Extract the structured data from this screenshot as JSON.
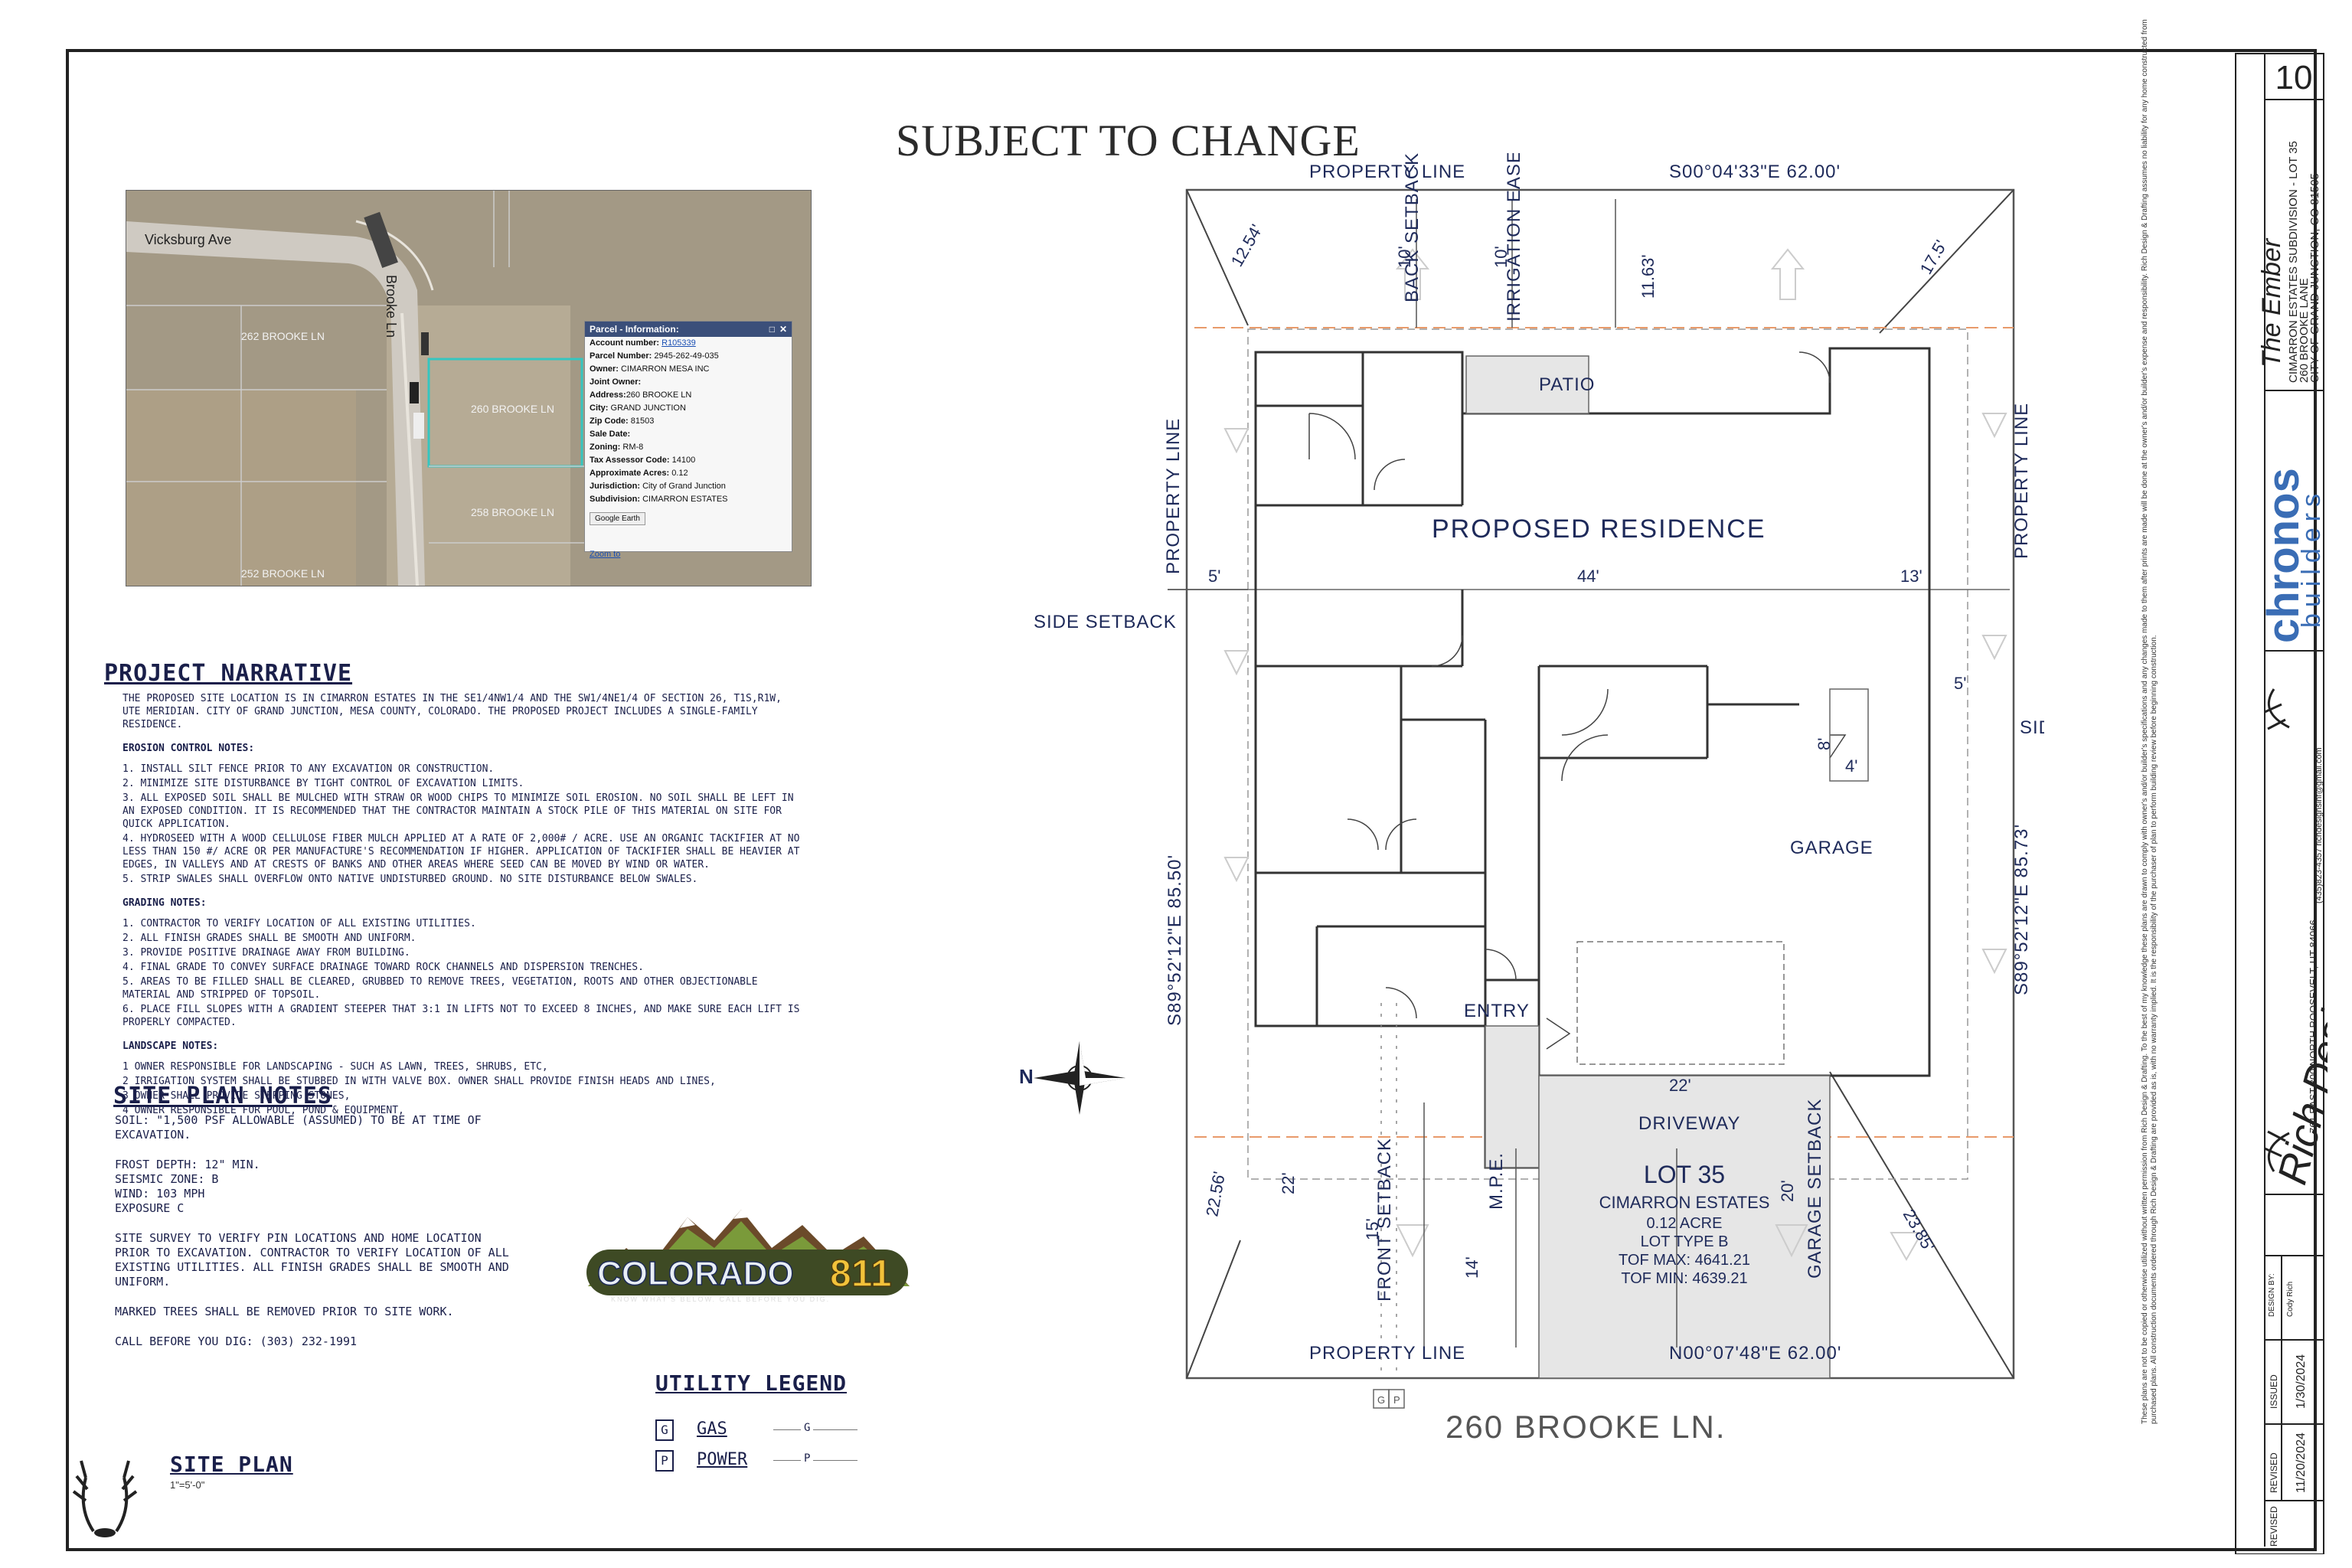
{
  "header": {
    "subject_to_change": "SUBJECT TO CHANGE"
  },
  "aerial": {
    "street_labels": [
      "Vicksburg Ave",
      "Brooke Ln"
    ],
    "lot_labels": [
      "262 BROOKE LN",
      "260 BROOKE LN",
      "258 BROOKE LN",
      "252 BROOKE LN"
    ],
    "parcel_popup": {
      "title": "Parcel - Information:",
      "account_number_label": "Account number:",
      "account_number": "R105339",
      "parcel_number_label": "Parcel Number:",
      "parcel_number": "2945-262-49-035",
      "owner_label": "Owner:",
      "owner": "CIMARRON MESA INC",
      "joint_owner_label": "Joint Owner:",
      "address_label": "Address:",
      "address": "260 BROOKE LN",
      "city_label": "City:",
      "city": "GRAND JUNCTION",
      "zip_label": "Zip Code:",
      "zip": "81503",
      "sale_date_label": "Sale Date:",
      "zoning_label": "Zoning:",
      "zoning": "RM-8",
      "tax_code_label": "Tax Assessor Code:",
      "tax_code": "14100",
      "acres_label": "Approximate Acres:",
      "acres": "0.12",
      "jurisdiction_label": "Jurisdiction:",
      "jurisdiction": "City of Grand Junction",
      "subdivision_label": "Subdivision:",
      "subdivision": "CIMARRON ESTATES",
      "google_earth": "Google Earth",
      "zoom_to": "Zoom to"
    }
  },
  "narrative": {
    "title": "PROJECT NARRATIVE",
    "intro": "THE PROPOSED SITE LOCATION IS IN CIMARRON ESTATES IN THE SE1/4NW1/4 AND THE SW1/4NE1/4 OF SECTION 26, T1S,R1W, UTE MERIDIAN. CITY OF GRAND JUNCTION, MESA COUNTY, COLORADO. THE PROPOSED PROJECT INCLUDES A SINGLE-FAMILY RESIDENCE.",
    "erosion_title": "EROSION CONTROL NOTES:",
    "erosion": [
      "1. INSTALL SILT FENCE PRIOR TO ANY EXCAVATION OR CONSTRUCTION.",
      "2. MINIMIZE SITE DISTURBANCE BY TIGHT CONTROL OF EXCAVATION LIMITS.",
      "3. ALL EXPOSED SOIL SHALL BE MULCHED WITH STRAW OR WOOD CHIPS TO MINIMIZE SOIL EROSION. NO SOIL SHALL BE LEFT IN AN EXPOSED CONDITION. IT IS RECOMMENDED THAT THE CONTRACTOR MAINTAIN A STOCK PILE OF THIS MATERIAL ON SITE FOR QUICK APPLICATION.",
      "4. HYDROSEED WITH A WOOD CELLULOSE FIBER MULCH APPLIED AT A RATE OF 2,000# / ACRE. USE AN ORGANIC TACKIFIER AT NO LESS THAN 150 #/ ACRE OR PER MANUFACTURE'S RECOMMENDATION IF HIGHER. APPLICATION OF TACKIFIER SHALL BE HEAVIER AT EDGES, IN VALLEYS AND AT CRESTS OF BANKS AND OTHER AREAS WHERE SEED CAN BE MOVED BY WIND OR WATER.",
      "5. STRIP SWALES SHALL OVERFLOW ONTO NATIVE UNDISTURBED GROUND. NO SITE DISTURBANCE BELOW SWALES."
    ],
    "grading_title": "GRADING NOTES:",
    "grading": [
      "1. CONTRACTOR TO VERIFY LOCATION OF ALL EXISTING UTILITIES.",
      "2. ALL FINISH GRADES SHALL BE SMOOTH AND UNIFORM.",
      "3. PROVIDE POSITIVE DRAINAGE AWAY FROM BUILDING.",
      "4. FINAL GRADE TO CONVEY SURFACE DRAINAGE TOWARD ROCK CHANNELS AND DISPERSION TRENCHES.",
      "5. AREAS TO BE FILLED SHALL BE CLEARED, GRUBBED TO REMOVE TREES, VEGETATION, ROOTS AND OTHER OBJECTIONABLE MATERIAL AND STRIPPED OF TOPSOIL.",
      "6. PLACE FILL SLOPES WITH A GRADIENT STEEPER THAT 3:1 IN LIFTS NOT TO EXCEED 8 INCHES, AND MAKE SURE EACH LIFT IS PROPERLY COMPACTED."
    ],
    "landscape_title": "LANDSCAPE NOTES:",
    "landscape": [
      "1 OWNER RESPONSIBLE FOR LANDSCAPING - SUCH AS LAWN, TREES, SHRUBS, ETC,",
      "2 IRRIGATION SYSTEM SHALL BE STUBBED IN WITH VALVE BOX. OWNER SHALL PROVIDE FINISH HEADS AND LINES,",
      "3 OWNER SHALL PROVIDE STEPPING STONES,",
      "4 OWNER RESPONSIBLE FOR POOL, POND & EQUIPMENT,"
    ]
  },
  "site_notes": {
    "title": "SITE PLAN NOTES",
    "soil": "SOIL: \"1,500 PSF ALLOWABLE (ASSUMED) TO BE AT TIME OF EXCAVATION.",
    "frost": "FROST DEPTH: 12\" MIN.",
    "seismic": "SEISMIC ZONE: B",
    "wind": "WIND: 103 MPH",
    "exposure": "EXPOSURE C",
    "survey": "SITE SURVEY TO VERIFY PIN LOCATIONS AND HOME LOCATION PRIOR TO EXCAVATION. CONTRACTOR TO VERIFY LOCATION OF ALL EXISTING UTILITIES. ALL FINISH GRADES SHALL BE SMOOTH AND UNIFORM.",
    "trees": "MARKED TREES SHALL BE REMOVED PRIOR TO SITE WORK.",
    "call": "CALL BEFORE YOU DIG: (303) 232-1991"
  },
  "colorado811": {
    "brand": "COLORADO",
    "number": "811",
    "tagline": "KNOW WHAT'S BELOW. CALL BEFORE YOU DIG."
  },
  "legend": {
    "title": "UTILITY LEGEND",
    "items": [
      {
        "symbol": "G",
        "name": "GAS",
        "line": "G"
      },
      {
        "symbol": "P",
        "name": "POWER",
        "line": "P"
      }
    ]
  },
  "site_plan_label": {
    "title": "SITE PLAN",
    "scale": "1\"=5'-0\""
  },
  "plan": {
    "property_line": "PROPERTY LINE",
    "bearing_top": "S00°04'33\"E  62.00'",
    "bearing_bottom": "N00°07'48\"E  62.00'",
    "bearing_left": "S89°52'12\"E  85.50'",
    "bearing_right": "S89°52'12\"E  85.73'",
    "back_setback": "BACK SETBACK",
    "irrigation_easement": "IRRIGATION EASEMENT",
    "front_setback": "FRONT SETBACK",
    "garage_setback": "GARAGE SETBACK",
    "side_setback": "SIDE SETBACK",
    "mpe": "M.P.E.",
    "patio": "PATIO",
    "residence": "PROPOSED RESIDENCE",
    "garage": "GARAGE",
    "entry": "ENTRY",
    "driveway": "DRIVEWAY",
    "lot": "LOT 35",
    "lot_sub": "CIMARRON ESTATES",
    "lot_acre": "0.12 ACRE",
    "lot_type": "LOT TYPE B",
    "tof_max": "TOF MAX: 4641.21",
    "tof_min": "TOF MIN:  4639.21",
    "north": "N",
    "dims": {
      "d10a": "10'",
      "d10b": "10'",
      "d1163": "11.63'",
      "d1254": "12.54'",
      "d175": "17.5'",
      "d5": "5'",
      "d44": "44'",
      "d13": "13'",
      "d5b": "5'",
      "d8": "8'",
      "d4": "4'",
      "d22": "22'",
      "d2256": "22.56'",
      "d22b": "22'",
      "d15": "15'",
      "d14": "14'",
      "d20": "20'",
      "d2385": "23.85'"
    },
    "gp": [
      "G",
      "P"
    ]
  },
  "address": "260 BROOKE LN.",
  "titleblock": {
    "sheet_number": "10",
    "project_name": "The Ember",
    "project_line1": "CIMARRON ESTATES SUBDIVISION - LOT 35",
    "project_line2": "260 BROOKE LANE",
    "project_line3": "CITY OF GRAND JUNCTION, CO 81505",
    "builder_top": "chronos",
    "builder_bottom": "builders",
    "drafter": "Rich Design & Drafting",
    "drafter_addr": "761 EAST 300 NORTH ROOSEVELT, UT 84066",
    "drafter_contact": "(435)823-4357  richdesignsinf@gmail.com",
    "disclaimer": "These plans are not to be copied or otherwise utilized without written permission from Rich Design & Drafting. To the best of my knowledge these plans are drawn to comply with owner's and/or builder's specifications and any changes made to them after prints are made will be done at the owner's and/or builder's expense and responsibility. Rich Design & Drafting assumes no liability for any home constructed from purchased plans. All construction documents ordered through Rich Design & Drafting are provided as is, with no warranty implied. It is the responsibility of the purchaser of plan to perform building review before beginning construction.",
    "design_by_label": "DESIGN BY:",
    "design_by": "Cody Rich",
    "issued_label": "ISSUED",
    "issued": "1/30/2024",
    "revised_label": "REVISED",
    "revised": "11/20/2024",
    "revised2_label": "REVISED"
  }
}
